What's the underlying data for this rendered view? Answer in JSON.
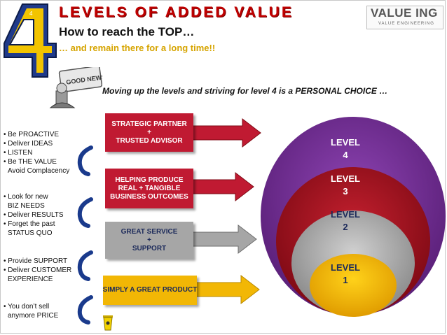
{
  "header": {
    "badge_number": "4",
    "title": "LEVELS OF ADDED VALUE",
    "subtitle": "How to reach the TOP…",
    "tagline": "… and remain there for a long time!!"
  },
  "logo": {
    "name": "VALUE ING",
    "tagline": "VALUE ENGINEERING"
  },
  "motto": "Moving up the levels and striving for level 4 is a PERSONAL CHOICE …",
  "stamp_text": "GOOD NEWS",
  "steps": [
    {
      "lines": [
        "STRATEGIC PARTNER",
        "+",
        "TRUSTED ADVISOR"
      ]
    },
    {
      "lines": [
        "HELPING PRODUCE",
        "REAL + TANGIBLE",
        "BUSINESS OUTCOMES"
      ]
    },
    {
      "lines": [
        "GREAT SERVICE",
        "+",
        "SUPPORT"
      ]
    },
    {
      "lines": [
        "SIMPLY A GREAT PRODUCT"
      ]
    }
  ],
  "bullet_groups": [
    {
      "lines": [
        "• Be PROACTIVE",
        "• Deliver IDEAS",
        "• LISTEN",
        "• Be THE VALUE",
        "  Avoid Complacency"
      ]
    },
    {
      "lines": [
        "• Look for new",
        "  BIZ NEEDS",
        "• Deliver RESULTS",
        "• Forget the past",
        "  STATUS QUO"
      ]
    },
    {
      "lines": [
        "• Provide SUPPORT",
        "• Deliver CUSTOMER",
        "  EXPERIENCE"
      ]
    },
    {
      "lines": [
        "• You don’t sell",
        "  anymore PRICE"
      ]
    }
  ],
  "levels": [
    {
      "word": "LEVEL",
      "number": "4",
      "color": "#6f2d8f"
    },
    {
      "word": "LEVEL",
      "number": "3",
      "color": "#a80f1e"
    },
    {
      "word": "LEVEL",
      "number": "2",
      "color": "#a6a6a6"
    },
    {
      "word": "LEVEL",
      "number": "1",
      "color": "#f5b800"
    }
  ],
  "colors": {
    "title": "#c00000",
    "tagline": "#d6a400",
    "arrow_red": "#c01a32",
    "arrow_grey": "#a6a6a6",
    "arrow_yellow": "#f2b705",
    "curl": "#1a3a8c"
  }
}
